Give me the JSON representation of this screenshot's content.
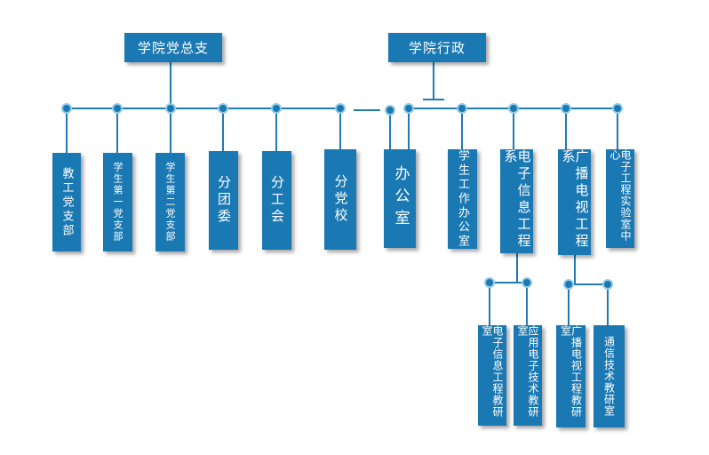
{
  "colors": {
    "box_fill": "#1a78b3",
    "line": "#1f7ab5",
    "node_fill": "#1a78b3",
    "node_ring": "#8fcbe6"
  },
  "top": {
    "party_branch": "学院党总支",
    "administration": "学院行政"
  },
  "units": {
    "teachers_party_branch": "教工党支部",
    "student_party_branch_1": "学生第一党支部",
    "student_party_branch_2": "学生第二党支部",
    "youth_league": "分团委",
    "union": "分工会",
    "party_school": "分党校",
    "office": "办公室",
    "student_affairs_office": "学生工作办公室",
    "electronic_info_dept": "电子信息工程系",
    "broadcast_tv_dept": "广播电视工程系",
    "electronic_lab_center": "电子工程实验室中心"
  },
  "sub_units": {
    "eie_teaching_office": "电子信息工程教研室",
    "applied_electronics_office": "应用电子技术教研室",
    "btv_teaching_office": "广播电视工程教研室",
    "communication_office": "通信技术教研室"
  }
}
